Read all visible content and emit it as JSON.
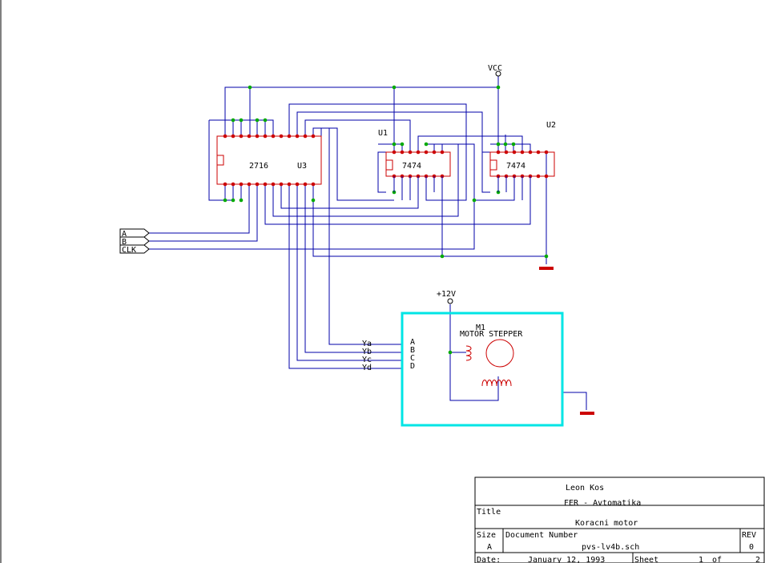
{
  "parts": {
    "u3": {
      "ref": "U3",
      "value": "2716"
    },
    "u1": {
      "ref": "U1",
      "value": "7474"
    },
    "u2": {
      "ref": "U2",
      "value": "7474"
    },
    "m1": {
      "ref": "M1",
      "value": "MOTOR STEPPER",
      "pins": [
        "A",
        "B",
        "C",
        "D"
      ]
    }
  },
  "power": {
    "vcc": "VCC",
    "v12": "+12V"
  },
  "ports": {
    "a": "A",
    "b": "B",
    "clk": "CLK"
  },
  "nets": {
    "ya": "Ya",
    "yb": "Yb",
    "yc": "Yc",
    "yd": "Yd"
  },
  "title_block": {
    "author": "Leon Kos",
    "org": "FER - Avtomatika",
    "title_label": "Title",
    "title": "Koracni motor",
    "size_label": "Size",
    "size": "A",
    "docnum_label": "Document Number",
    "docnum": "pvs-lv4b.sch",
    "rev_label": "REV",
    "rev": "0",
    "date_label": "Date:",
    "date": "January 12, 1993",
    "sheet_label": "Sheet",
    "sheet": "1",
    "of_label": "of",
    "sheets": "2"
  },
  "colors": {
    "wire": "#0000aa",
    "part": "#cc0000",
    "junction": "#00aa00",
    "frame": "#00e5e5"
  }
}
